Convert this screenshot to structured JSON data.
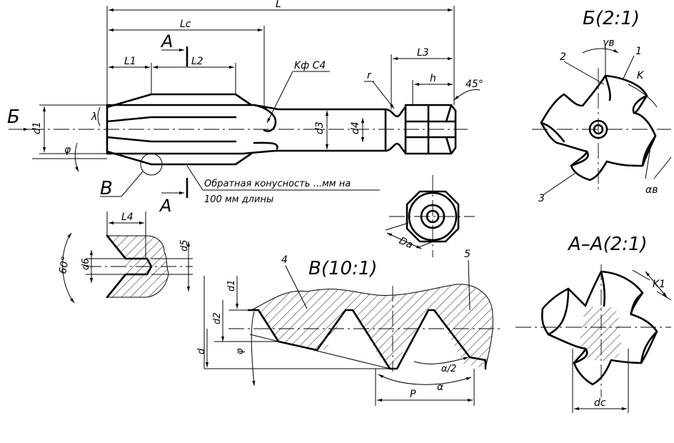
{
  "view_titles": {
    "detail_b": "Б(2:1)",
    "section_aa": "А–А(2:1)",
    "detail_v": "В(10:1)"
  },
  "markers": {
    "b": "Б",
    "v": "В",
    "a_top": "А",
    "a_bottom": "А"
  },
  "dimensions": {
    "L": "L",
    "Lc": "Lc",
    "L1": "L1",
    "L2": "L2",
    "L3": "L3",
    "L4": "L4",
    "h": "h",
    "r": "r",
    "angle45": "45°",
    "Kcut": "Kф C4",
    "d1_main": "d1",
    "d3": "d3",
    "d4": "d4",
    "lambda": "λ",
    "phi_main": "φ",
    "Da": "Da",
    "angle60": "60°",
    "d5": "d5",
    "d6": "d6",
    "d1_detail": "d1",
    "d2": "d2",
    "d": "d",
    "phi_detail": "φ",
    "P": "P",
    "alpha": "α",
    "alpha_half": "α/2",
    "gamma_v": "γв",
    "alpha_v": "αв",
    "K": "K",
    "K1": "K1",
    "dc": "dc"
  },
  "callouts": [
    "1",
    "2",
    "3",
    "4",
    "5"
  ],
  "note": {
    "line1": "Обратная конусность ...мм на",
    "line2": "100 мм длины"
  }
}
